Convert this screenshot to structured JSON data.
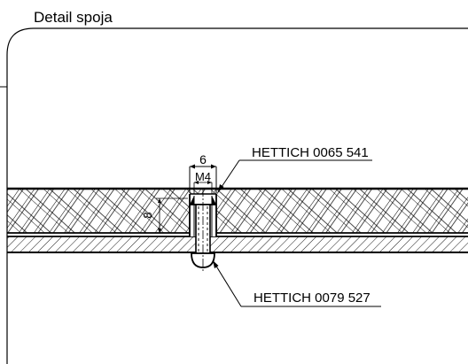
{
  "title": "Detail spoja",
  "dimensions": {
    "width": "6",
    "thread": "M4",
    "depth": "8"
  },
  "callouts": [
    {
      "label": "HETTICH 0065 541"
    },
    {
      "label": "HETTICH 0079 527"
    }
  ]
}
